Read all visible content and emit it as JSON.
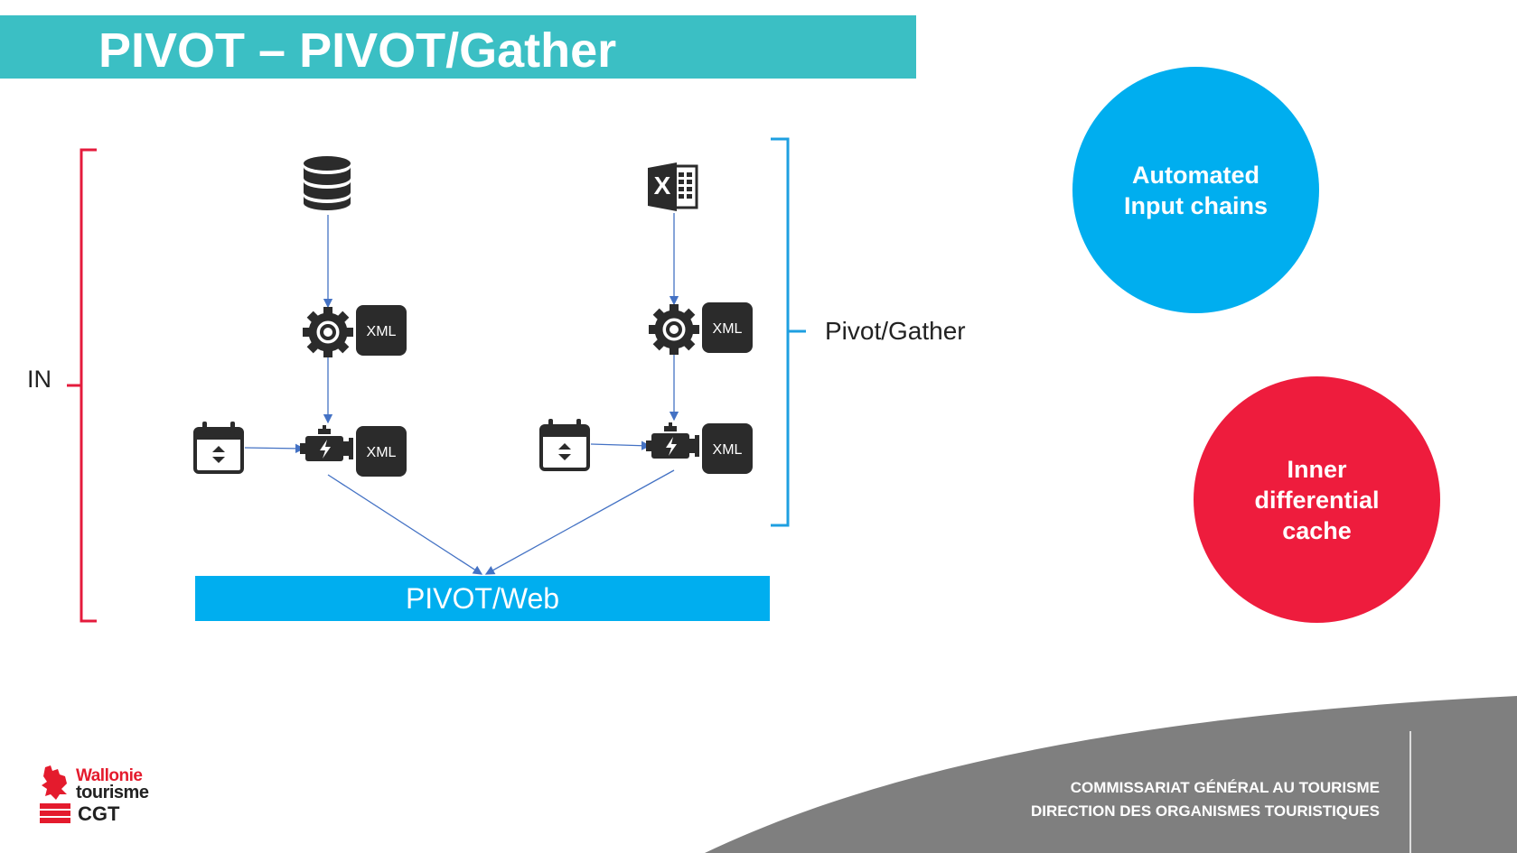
{
  "title": "PIVOT – PIVOT/Gather",
  "left_bracket_label": "IN",
  "right_bracket_label": "Pivot/Gather",
  "destination_label": "PIVOT/Web",
  "nodes": {
    "xml_label": "XML"
  },
  "callouts": {
    "automated": "Automated Input chains",
    "cache": "Inner differential cache"
  },
  "footer": {
    "line1": "COMMISSARIAT GÉNÉRAL AU TOURISME",
    "line2": "DIRECTION DES ORGANISMES TOURISTIQUES"
  },
  "logo": {
    "line1": "Wallonie",
    "line2": "tourisme",
    "line3": "CGT"
  },
  "colors": {
    "title_bar": "#3bbfc4",
    "accent_blue": "#00aeef",
    "accent_red": "#ee1c3d",
    "bracket_red": "#e41b3c",
    "bracket_blue": "#1e9fe0",
    "arrow": "#4472c4",
    "footer_gray": "#7f7f7f"
  },
  "icons": [
    "database-icon",
    "excel-icon",
    "gear-icon",
    "engine-icon",
    "calendar-icon",
    "xml-badge-icon"
  ]
}
